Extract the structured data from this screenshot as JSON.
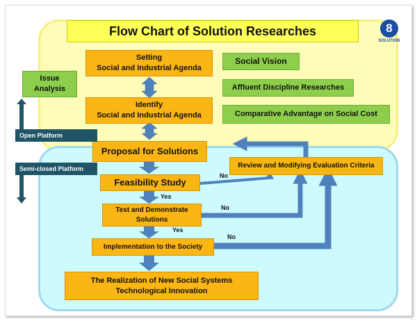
{
  "title": "Flow Chart of Solution Researches",
  "logo": {
    "glyph": "8",
    "text": "SOLUTION"
  },
  "main_steps": {
    "setting": [
      "Setting",
      "Social and Industrial Agenda"
    ],
    "identify": [
      "Identify",
      "Social and Industrial Agenda"
    ],
    "proposal": "Proposal for Solutions",
    "feasibility": "Feasibility Study",
    "test": [
      "Test and Demonstrate",
      "Solutions"
    ],
    "implementation": "Implementation to the Society",
    "realization": [
      "The Realization of New Social Systems",
      "Technological Innovation"
    ]
  },
  "review": "Review and Modifying Evaluation Criteria",
  "green_boxes": {
    "social_vision": "Social Vision",
    "affluent": "Affluent  Discipline Researches",
    "comparative": "Comparative Advantage on Social Cost"
  },
  "issue_analysis": [
    "Issue",
    "Analysis"
  ],
  "platforms": {
    "open": "Open Platform",
    "semi_closed": "Semi-closed Platform"
  },
  "edge_labels": {
    "yes_1": "Yes",
    "yes_2": "Yes",
    "no_1": "No",
    "no_2": "No",
    "no_3": "No"
  },
  "colors": {
    "open_region": "#fdfcb8",
    "semi_region": "#cdfbfd",
    "step_box": "#fbb514",
    "green_box": "#8dcf4c",
    "title_box": "#ffff5a",
    "arrow_blue": "#4f81bd",
    "platform_dark": "#1f5567"
  }
}
